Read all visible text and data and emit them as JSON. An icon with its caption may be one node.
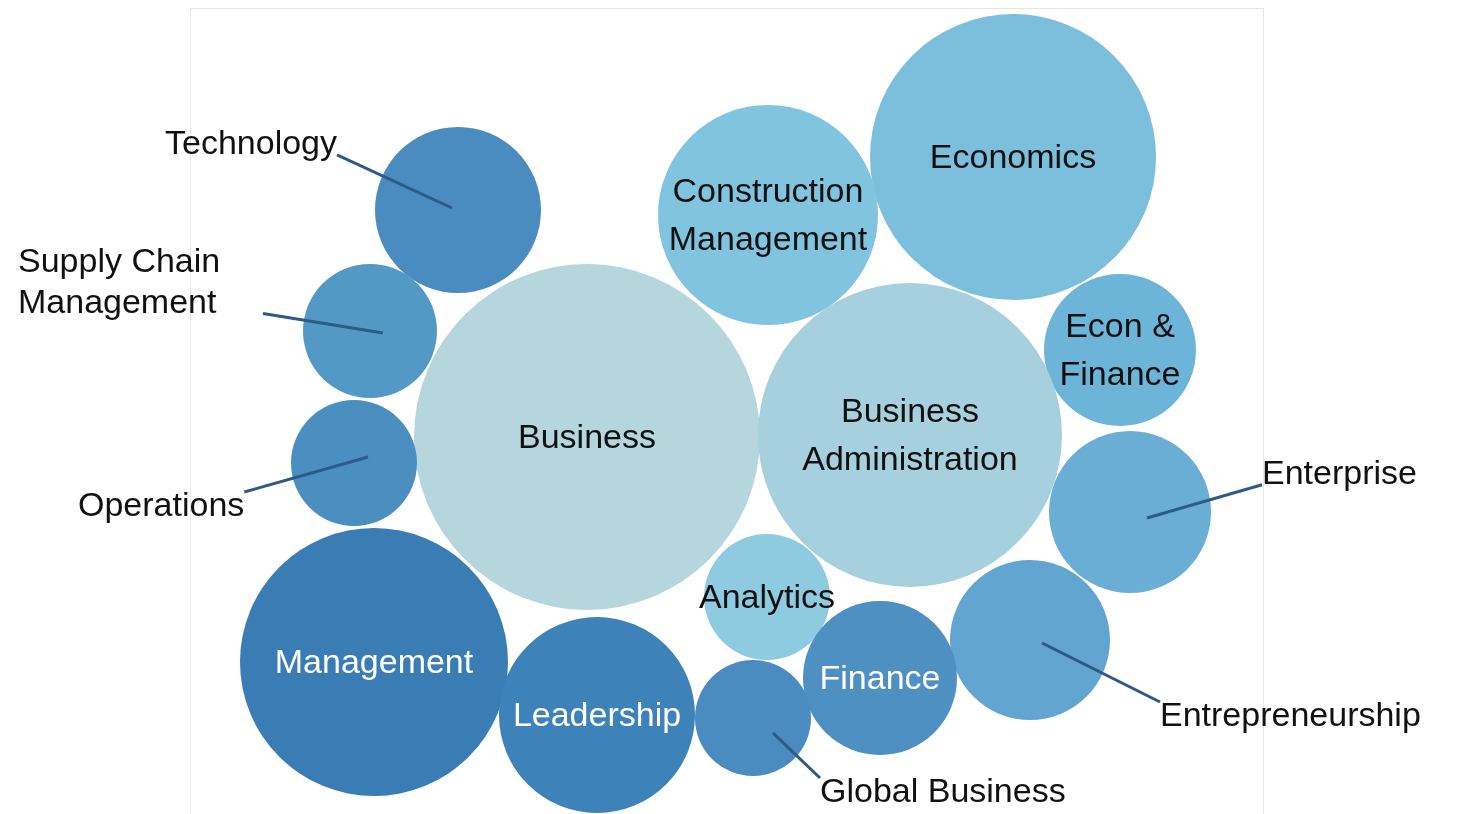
{
  "diagram": {
    "nodes": [
      {
        "text": [
          "Economics"
        ]
      },
      {
        "text": [
          "Technology"
        ]
      },
      {
        "text": [],
        "shape": "circle"
      },
      {
        "text": [
          "Construction Management"
        ]
      },
      {
        "text": [
          "Supply Chain Management"
        ]
      },
      {
        "text": [],
        "shape": "circle"
      },
      {
        "text": [
          "Econ & Finance"
        ]
      },
      {
        "text": [
          "Business"
        ]
      },
      {
        "text": [
          "Business Administration"
        ]
      },
      {
        "text": [],
        "shape": "circle"
      },
      {
        "text": [],
        "shape": "circle"
      },
      {
        "text": [
          "Enterprise"
        ]
      },
      {
        "text": [
          "Operations"
        ]
      },
      {
        "text": [
          "Analytics"
        ]
      },
      {
        "text": [
          "Management"
        ]
      },
      {
        "text": [],
        "shape": "circle"
      },
      {
        "text": [
          "Finance"
        ]
      },
      {
        "text": [
          "Leadership"
        ]
      },
      {
        "text": [
          "Entrepreneurship"
        ]
      },
      {
        "text": [],
        "shape": "circle"
      },
      {
        "text": [
          "Global Business"
        ]
      }
    ],
    "edges": [
      {
        "from": 1,
        "to": 2,
        "arrow": "none"
      },
      {
        "from": 4,
        "to": 5,
        "arrow": "none"
      },
      {
        "from": 12,
        "to": 9,
        "arrow": "none"
      },
      {
        "from": 11,
        "to": 10,
        "arrow": "none"
      },
      {
        "from": 18,
        "to": 15,
        "arrow": "none"
      },
      {
        "from": 20,
        "to": 19,
        "arrow": "none"
      }
    ]
  }
}
